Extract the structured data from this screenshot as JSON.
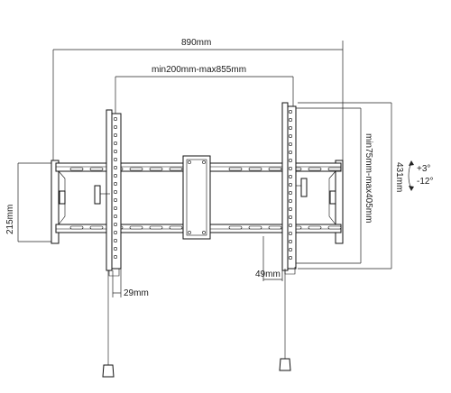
{
  "dimensions": {
    "overall_width": "890mm",
    "vesa_horizontal": "min200mm-max855mm",
    "vesa_vertical": "min75mm-max405mm",
    "plate_height": "215mm",
    "total_height": "431mm",
    "depth_min": "29mm",
    "depth_max": "49mm",
    "tilt_up": "+3°",
    "tilt_down": "-12°"
  },
  "colors": {
    "line": "#111111",
    "background": "#ffffff"
  }
}
